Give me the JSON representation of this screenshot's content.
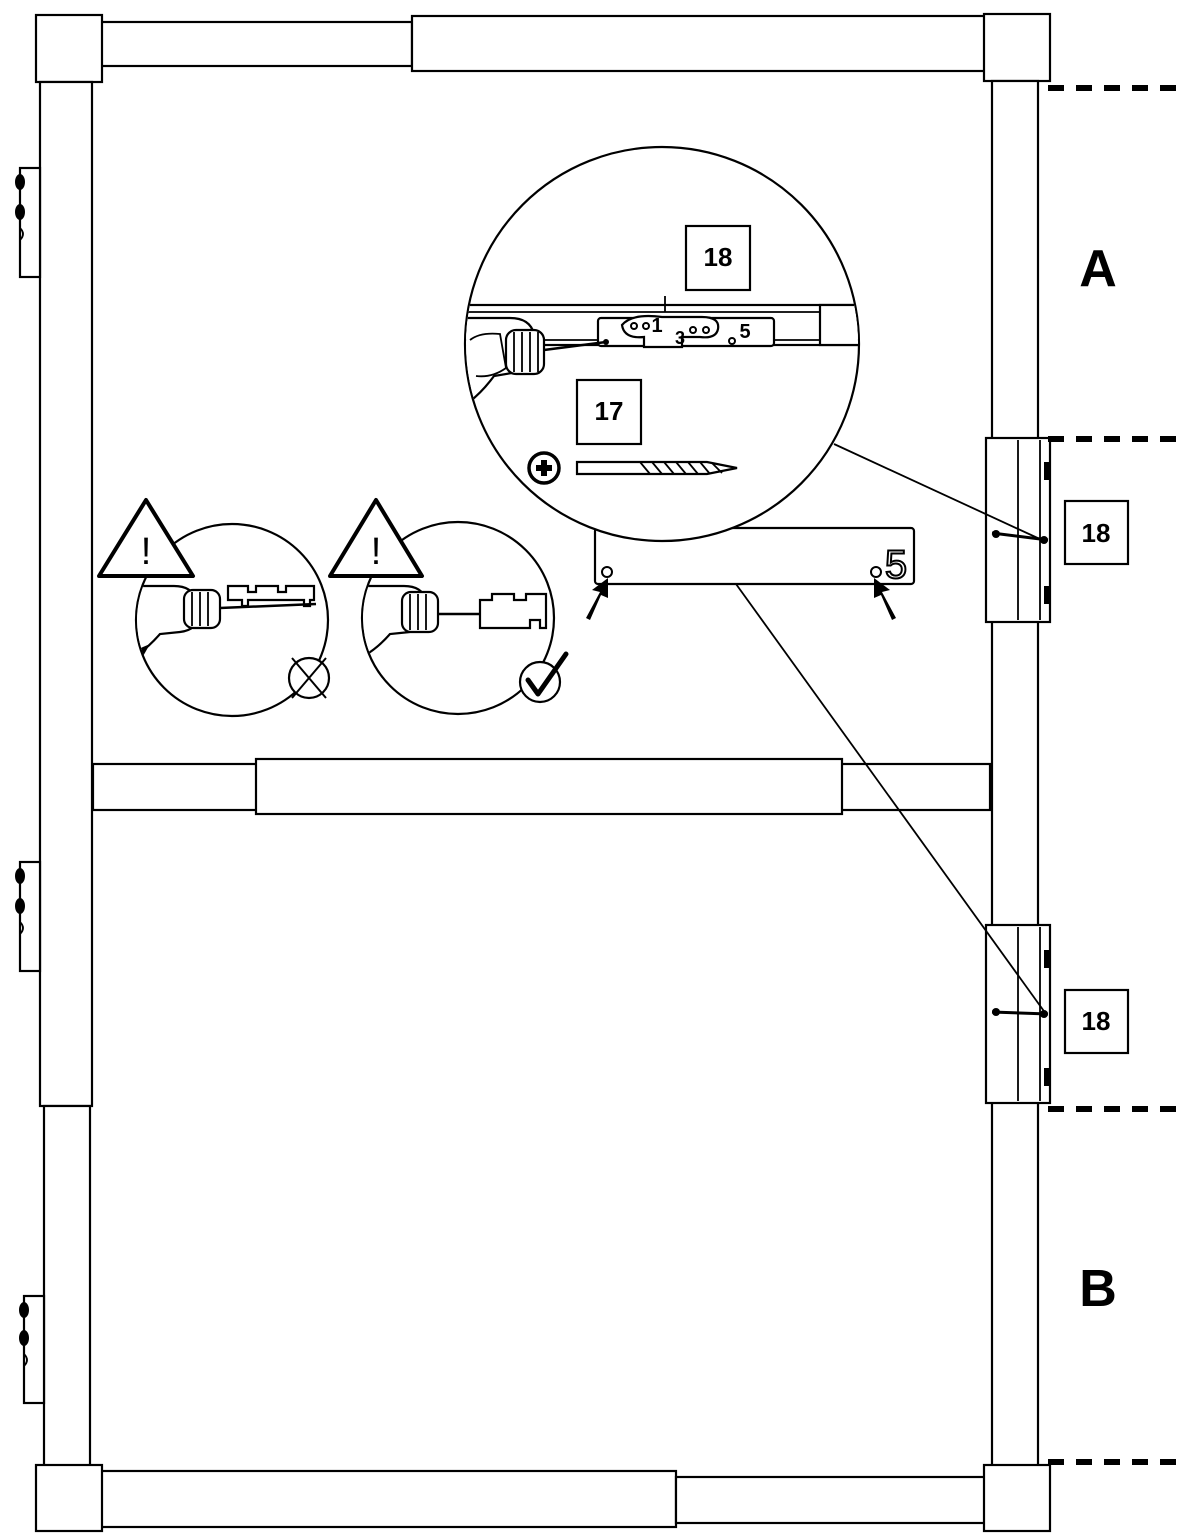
{
  "labels": {
    "section_a": "A",
    "section_b": "B",
    "part_18_detail": "18",
    "part_17_detail": "17",
    "part_18_upper": "18",
    "part_18_lower": "18",
    "hole_positions_1": "1",
    "hole_positions_3": "3",
    "hole_positions_5": "5",
    "template_number": "5",
    "warning_symbol": "!",
    "warning_symbol_2": "!"
  },
  "icons": {
    "plus": "plus-circle-icon",
    "drill_bit": "drill-bit-icon",
    "drill": "power-drill-icon",
    "warning": "warning-triangle-icon",
    "wrong": "cross-circle-icon",
    "correct": "check-circle-icon",
    "arrow": "arrow-icon"
  },
  "colors": {
    "line": "#000000",
    "background": "#ffffff",
    "shade": "#dcdcdc"
  }
}
